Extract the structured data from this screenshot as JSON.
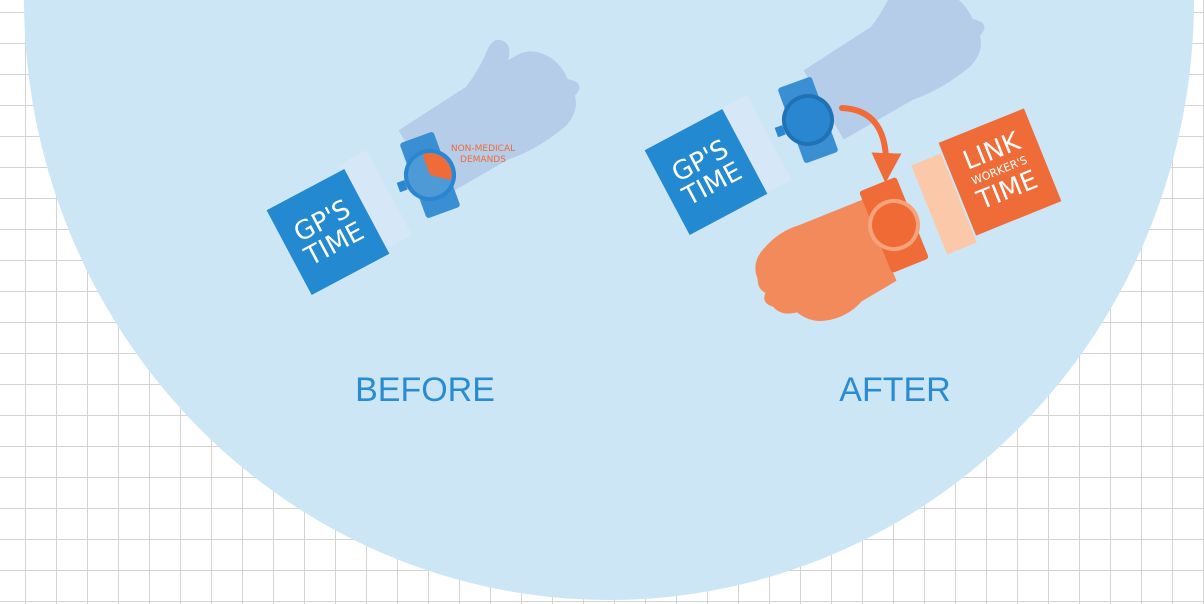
{
  "colors": {
    "grid_line": "#d3d3d3",
    "circle_bg": "#cce6f5",
    "gp_blue": "#2389d0",
    "gp_hand": "#b5cde9",
    "gp_cuff": "#d6e8f7",
    "watch_band_blue": "#3a8fd3",
    "watch_face_blue": "#2a86d0",
    "link_orange": "#ef6b37",
    "link_hand": "#f28a5c",
    "link_cuff": "#fbc9a9",
    "watch_face_orange": "#f06a36",
    "label_blue": "#2a8cd0"
  },
  "before": {
    "caption": "BEFORE",
    "gp_time": {
      "line1": "GP'S",
      "line2": "TIME"
    },
    "annotation": {
      "line1": "NON-MEDICAL",
      "line2": "DEMANDS"
    }
  },
  "after": {
    "caption": "AFTER",
    "gp_time": {
      "line1": "GP'S",
      "line2": "TIME"
    },
    "link_time": {
      "line1": "LINK",
      "line2": "WORKER'S",
      "line3": "TIME"
    }
  }
}
